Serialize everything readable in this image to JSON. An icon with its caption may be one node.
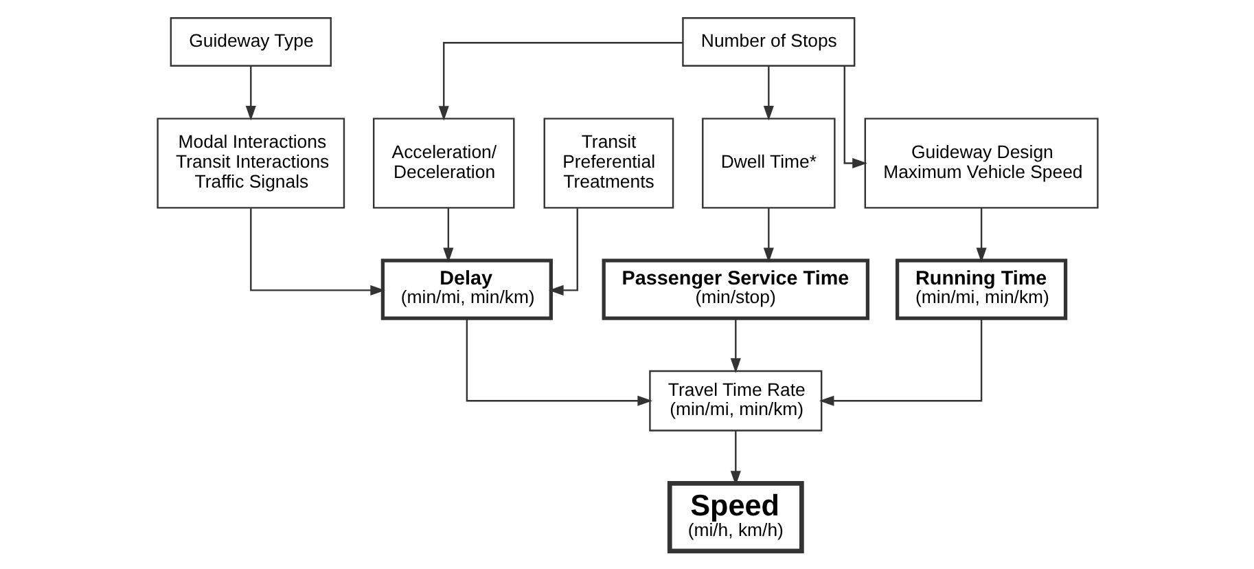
{
  "diagram": {
    "nodes": [
      {
        "text": [
          "Guideway Type"
        ]
      },
      {
        "text": [
          "Number of Stops"
        ]
      },
      {
        "text": [
          "Transit Preferential Treatments"
        ]
      },
      {
        "text": [
          "Modal Interactions",
          "Transit Interactions",
          "Traffic Signals"
        ]
      },
      {
        "text": [
          "Acceleration/ Deceleration"
        ]
      },
      {
        "text": [
          "Dwell Time*"
        ]
      },
      {
        "text": [
          "Guideway Design",
          "Maximum Vehicle Speed"
        ]
      },
      {
        "text": [
          "Delay",
          "(min/mi, min/km)"
        ]
      },
      {
        "text": [
          "Passenger Service Time",
          "(min/stop)"
        ]
      },
      {
        "text": [
          "Running Time",
          "(min/mi, min/km)"
        ]
      },
      {
        "text": [
          "Travel Time Rate",
          "(min/mi, min/km)"
        ]
      },
      {
        "text": [
          "Speed",
          "(mi/h, km/h)"
        ]
      }
    ],
    "edges": [
      {
        "from": 0,
        "to": 3,
        "arrow": "to"
      },
      {
        "from": 1,
        "to": 4,
        "arrow": "to"
      },
      {
        "from": 1,
        "to": 5,
        "arrow": "to"
      },
      {
        "from": 1,
        "to": 6,
        "arrow": "to"
      },
      {
        "from": 2,
        "to": 7,
        "arrow": "to"
      },
      {
        "from": 3,
        "to": 7,
        "arrow": "to"
      },
      {
        "from": 4,
        "to": 7,
        "arrow": "to"
      },
      {
        "from": 5,
        "to": 8,
        "arrow": "to"
      },
      {
        "from": 6,
        "to": 9,
        "arrow": "to"
      },
      {
        "from": 7,
        "to": 10,
        "arrow": "to"
      },
      {
        "from": 8,
        "to": 10,
        "arrow": "to"
      },
      {
        "from": 9,
        "to": 10,
        "arrow": "to"
      },
      {
        "from": 10,
        "to": 11,
        "arrow": "to"
      }
    ]
  }
}
